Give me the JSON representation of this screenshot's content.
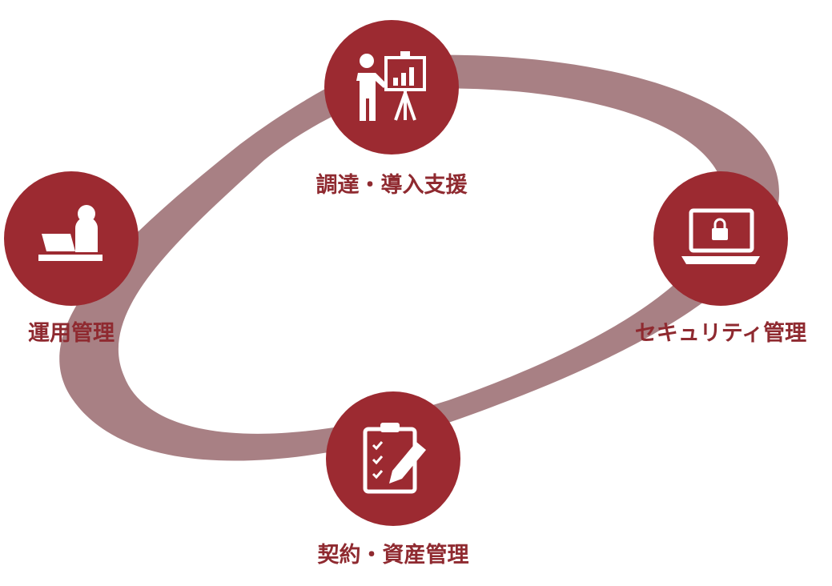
{
  "diagram": {
    "type": "cycle",
    "colors": {
      "node_fill": "#9c2a31",
      "ring": "#a88084",
      "icon": "#ffffff",
      "label": "#8f2a30"
    },
    "nodes": [
      {
        "id": "procurement",
        "label": "調達・導入支援",
        "icon": "presentation-icon"
      },
      {
        "id": "security",
        "label": "セキュリティ管理",
        "icon": "laptop-lock-icon"
      },
      {
        "id": "contract",
        "label": "契約・資産管理",
        "icon": "clipboard-pen-icon"
      },
      {
        "id": "operation",
        "label": "運用管理",
        "icon": "desk-worker-icon"
      }
    ]
  }
}
